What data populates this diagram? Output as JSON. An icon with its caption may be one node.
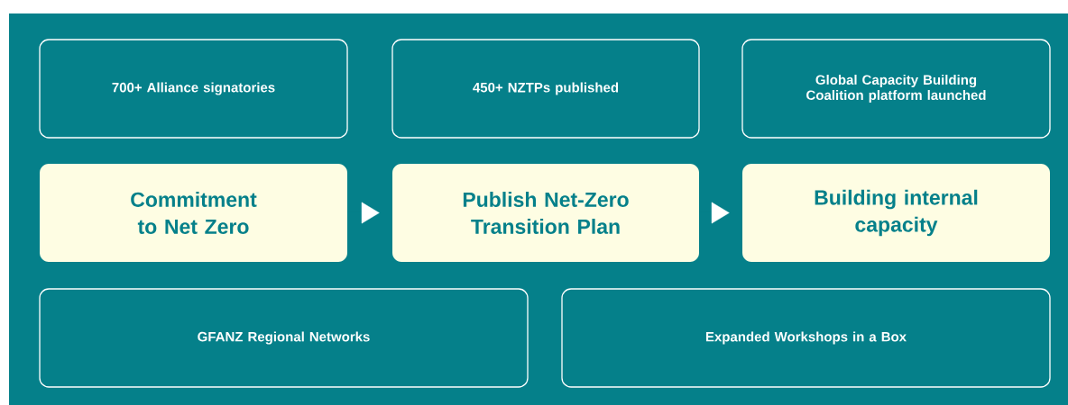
{
  "diagram": {
    "nodes": [
      {
        "text": [
          "700+ Alliance signatories"
        ]
      },
      {
        "text": [
          "450+ NZTPs  published"
        ]
      },
      {
        "text": [
          "Global Capacity Building Coalition platform launched"
        ]
      },
      {
        "text": [
          "Commitment to Net Zero"
        ]
      },
      {
        "text": [
          "Publish Net-Zero Transition Plan"
        ]
      },
      {
        "text": [
          "Building internal capacity"
        ]
      },
      {
        "text": [
          "GFANZ Regional Networks"
        ]
      },
      {
        "text": [
          "Expanded Workshops in a Box"
        ]
      }
    ],
    "edges": [
      {
        "from": 3,
        "to": 4,
        "arrow": "to"
      },
      {
        "from": 4,
        "to": 5,
        "arrow": "to"
      }
    ]
  }
}
